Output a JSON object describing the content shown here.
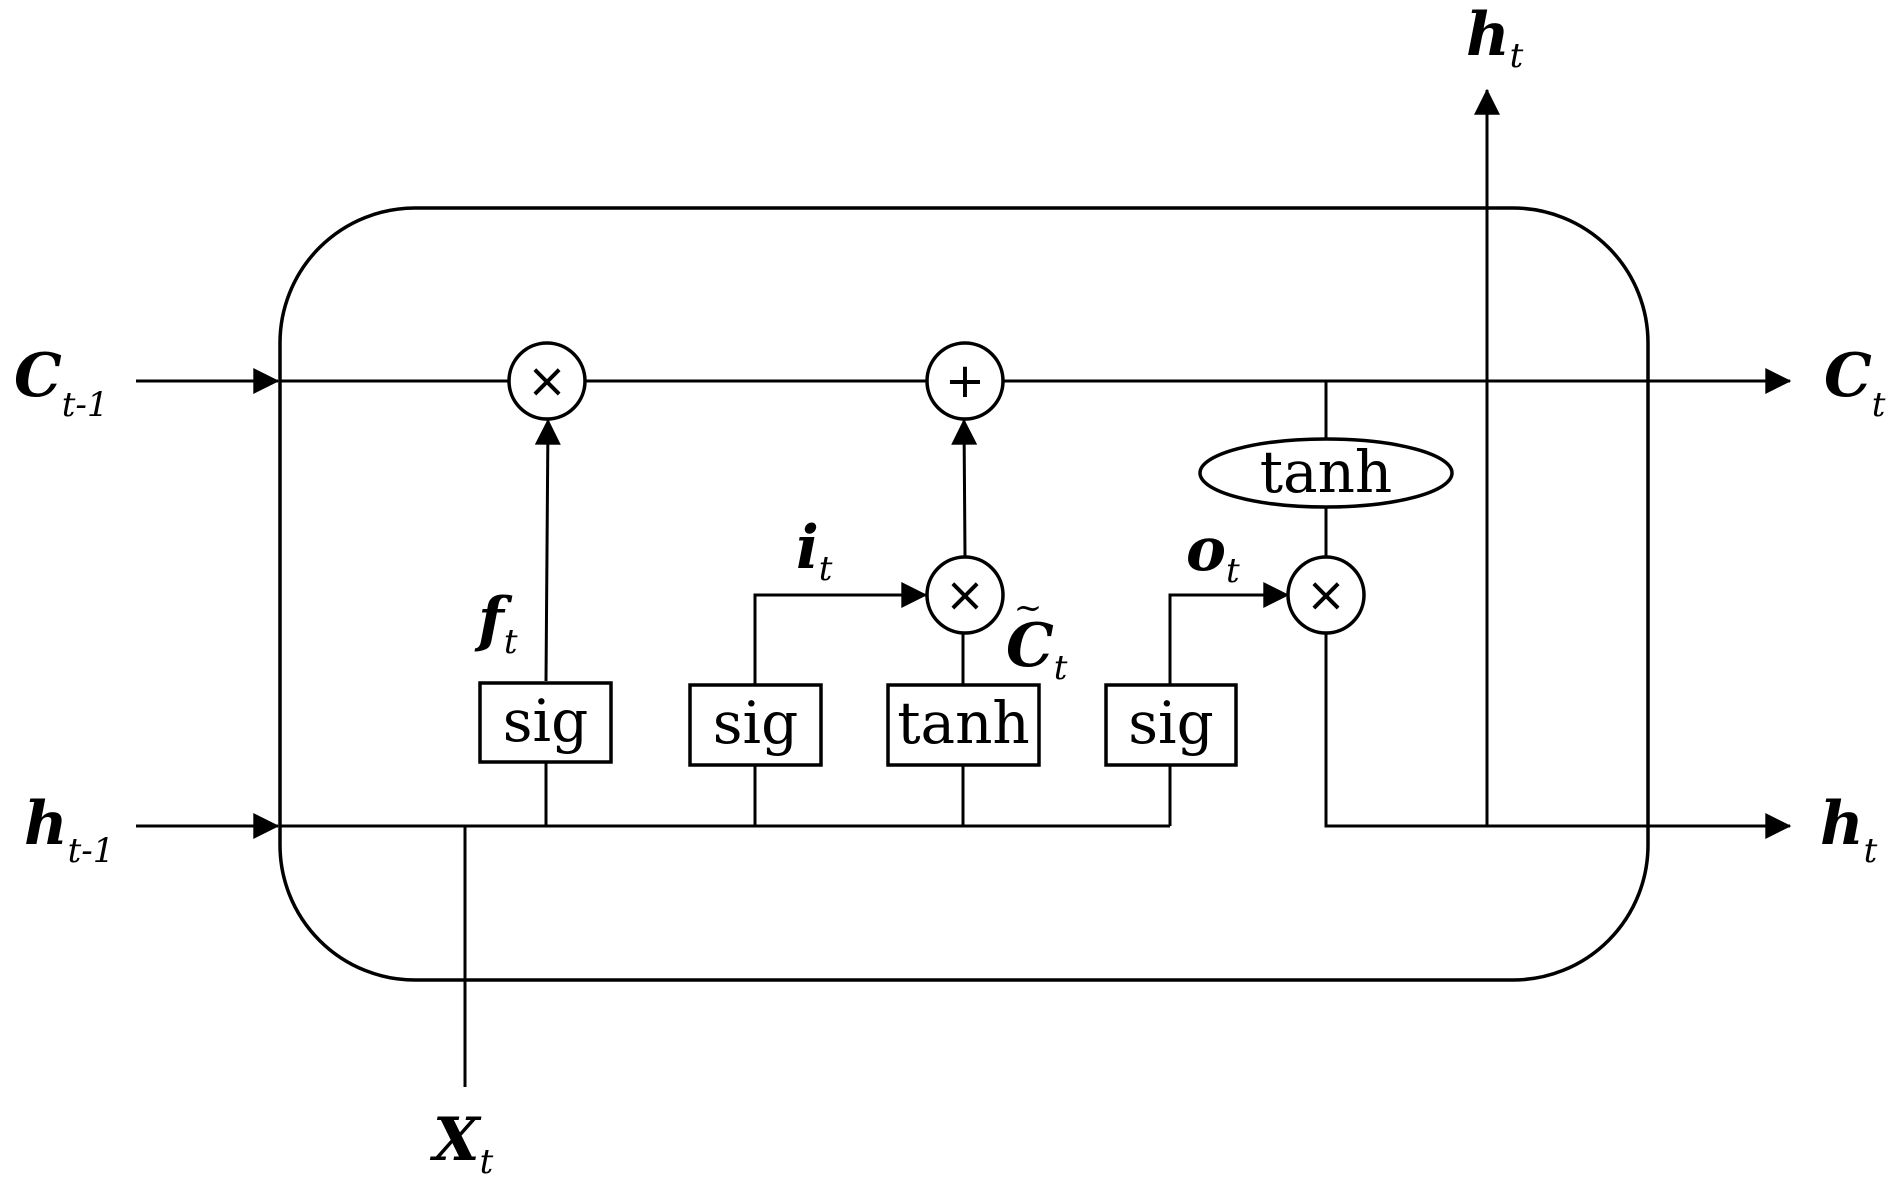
{
  "diagram": {
    "gates": {
      "forget": "sig",
      "input": "sig",
      "candidate": "tanh",
      "output": "sig",
      "cell_tanh": "tanh"
    },
    "operators": {
      "forget_multiply": "×",
      "cell_add": "+",
      "input_multiply": "×",
      "output_multiply": "×"
    },
    "labels": {
      "c_prev": {
        "main": "C",
        "sub": "t-1"
      },
      "h_prev": {
        "main": "h",
        "sub": "t-1"
      },
      "c_out": {
        "main": "C",
        "sub": "t"
      },
      "h_out_right": {
        "main": "h",
        "sub": "t"
      },
      "h_out_top": {
        "main": "h",
        "sub": "t"
      },
      "x_in": {
        "main": "X",
        "sub": "t"
      },
      "f_gate": {
        "main": "f",
        "sub": "t"
      },
      "i_gate": {
        "main": "i",
        "sub": "t"
      },
      "o_gate": {
        "main": "o",
        "sub": "t"
      },
      "c_tilde": {
        "main": "C",
        "sub": "t",
        "accent": "~"
      }
    }
  }
}
